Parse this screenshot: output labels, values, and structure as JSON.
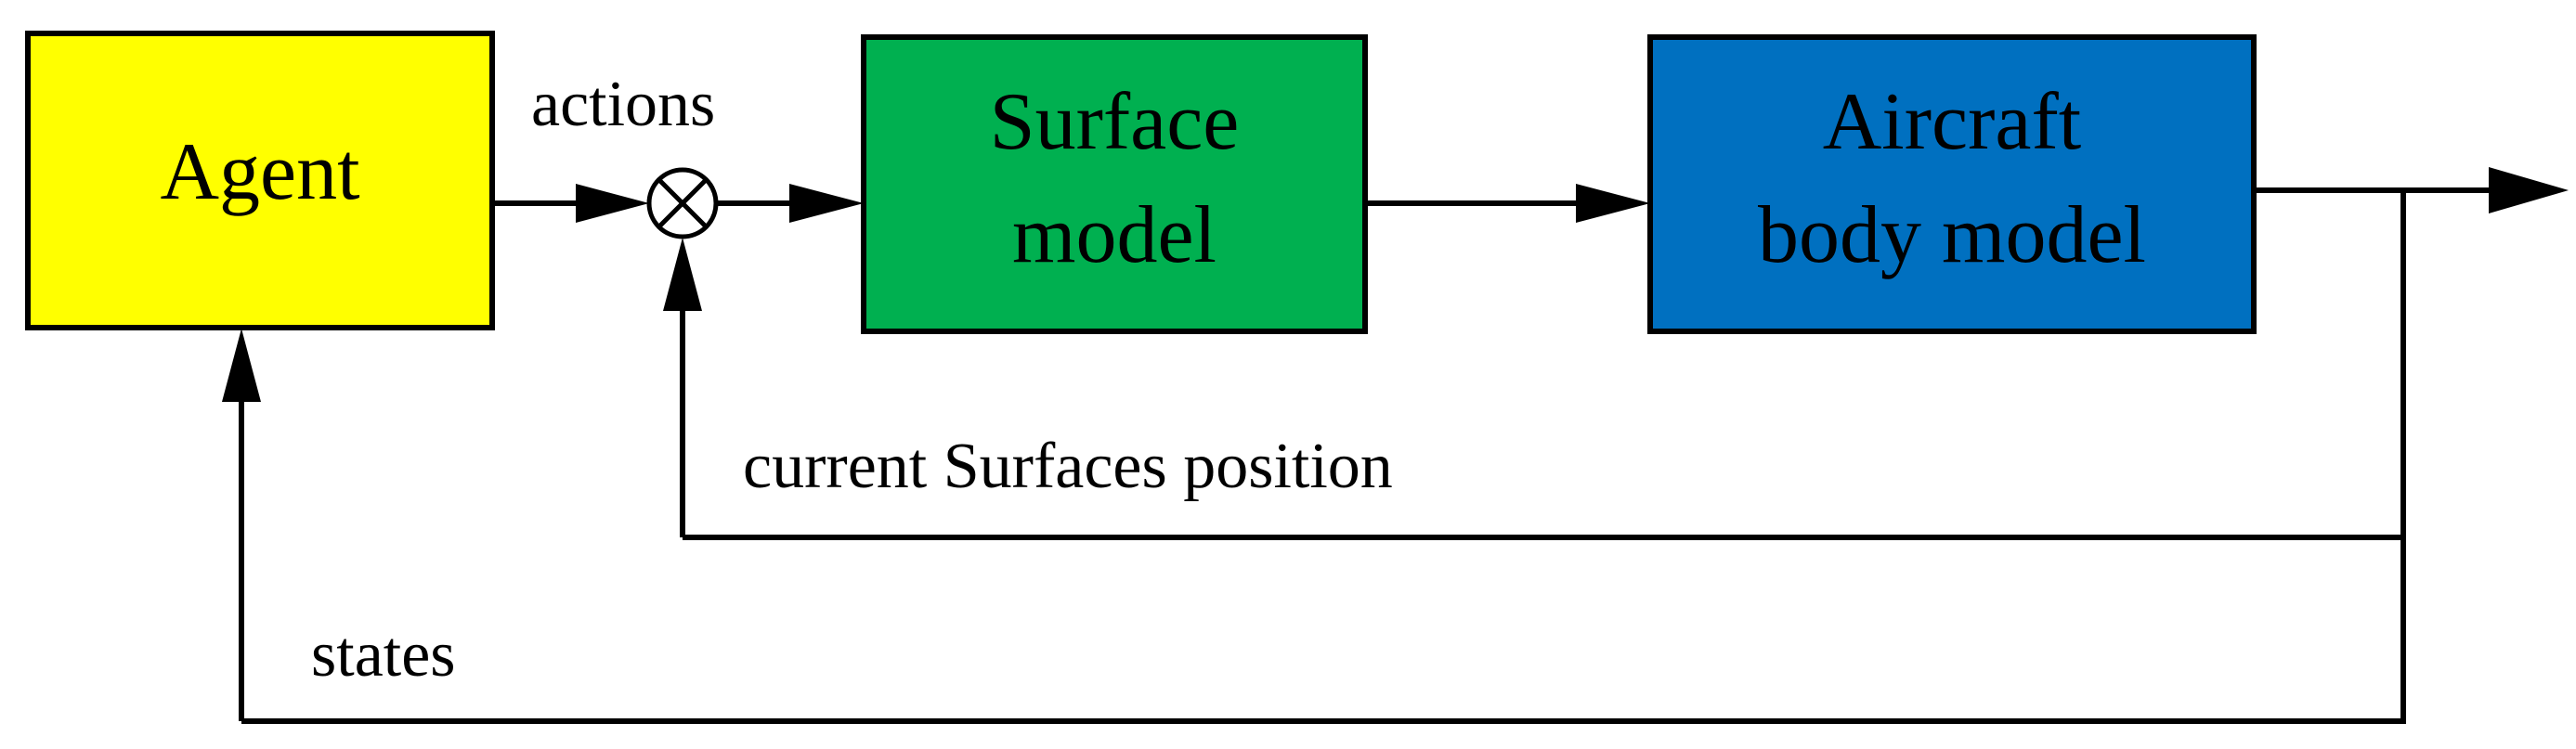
{
  "blocks": {
    "agent": {
      "label": "Agent",
      "color": "#FFFF00"
    },
    "surface_model": {
      "line1": "Surface",
      "line2": "model",
      "color": "#00B050"
    },
    "aircraft_model": {
      "line1": "Aircraft",
      "line2": "body model",
      "color": "#0070C0"
    }
  },
  "summing_junction": {
    "symbol": "multiply-circle"
  },
  "edges": {
    "actions": "actions",
    "current_surfaces_position": "current Surfaces position",
    "states": "states"
  },
  "colors": {
    "line": "#000000",
    "background": "#FFFFFF"
  }
}
